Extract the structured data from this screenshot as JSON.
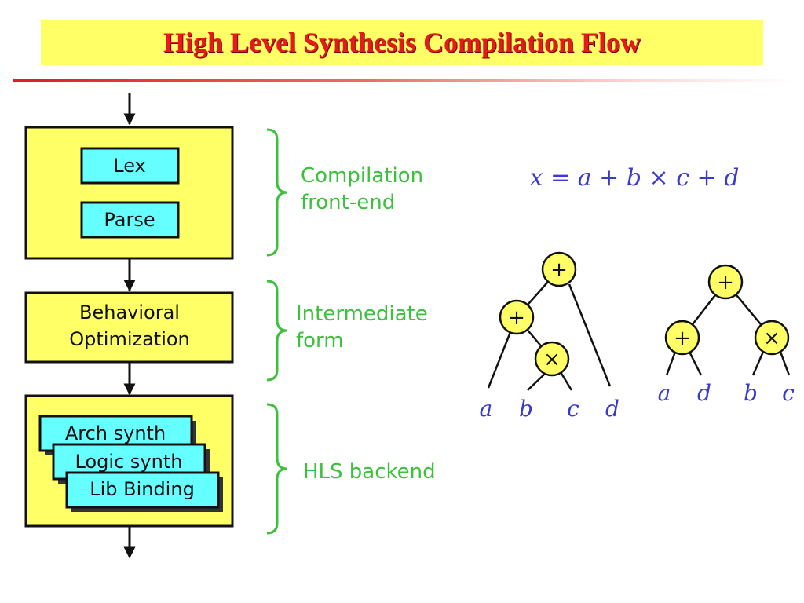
{
  "title": "High Level Synthesis Compilation Flow",
  "colors": {
    "box_fill": "#ffff66",
    "inner_fill": "#66ffff",
    "label_green": "#3cc13c",
    "math_blue": "#3a3acc",
    "title_red": "#e31b1b"
  },
  "flow": {
    "block1": {
      "items": [
        "Lex",
        "Parse"
      ]
    },
    "block2": {
      "line1": "Behavioral",
      "line2": "Optimization"
    },
    "block3": {
      "items": [
        "Arch synth",
        "Logic synth",
        "Lib Binding"
      ]
    }
  },
  "labels": {
    "front_end": {
      "line1": "Compilation",
      "line2": "front-end"
    },
    "intermediate": {
      "line1": "Intermediate",
      "line2": "form"
    },
    "backend": "HLS backend"
  },
  "equation": "x = a + b × c + d",
  "tree1": {
    "root": "+",
    "left": "+",
    "mul": "×",
    "leaves": [
      "a",
      "b",
      "c",
      "d"
    ]
  },
  "tree2": {
    "root": "+",
    "left": "+",
    "right": "×",
    "leaves": [
      "a",
      "d",
      "b",
      "c"
    ]
  }
}
